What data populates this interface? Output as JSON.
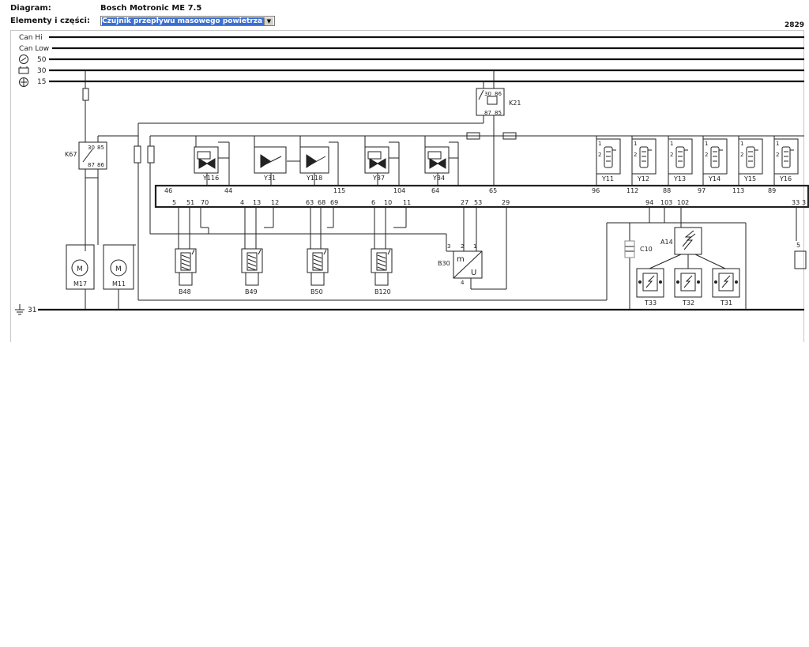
{
  "header": {
    "diagram_label": "Diagram:",
    "diagram_value": "Bosch Motronic ME 7.5",
    "elements_label": "Elementy i części:",
    "elements_value": "Czujnik przepływu masowego powietrza",
    "page_number": "2829"
  },
  "icons": {
    "dropdown": "chevron-down-icon",
    "terminal_50": "ignition-start-icon",
    "terminal_30": "battery-icon",
    "terminal_15": "ignition-on-icon",
    "terminal_31": "ground-icon"
  },
  "buses": {
    "can_hi": "Can Hi",
    "can_low": "Can Low",
    "t50": "50",
    "t30": "30",
    "t15": "15",
    "t31": "31"
  },
  "relays": {
    "k67": {
      "label": "K67",
      "pins": [
        "30",
        "85",
        "87",
        "86"
      ]
    },
    "k21": {
      "label": "K21",
      "pins": [
        "30",
        "86",
        "87",
        "85"
      ]
    }
  },
  "valves": [
    "Y116",
    "Y31",
    "Y118",
    "Y37",
    "Y34"
  ],
  "injectors": [
    "Y11",
    "Y12",
    "Y13",
    "Y14",
    "Y15",
    "Y16"
  ],
  "injector_pin": [
    "1",
    "2"
  ],
  "sensors": [
    "B48",
    "B49",
    "B50",
    "B120"
  ],
  "motors": [
    "M17",
    "M11"
  ],
  "maf": {
    "label": "B30",
    "top_letter": "m",
    "bottom_letter": "U",
    "pins": [
      "3",
      "2",
      "1",
      "4"
    ]
  },
  "ignition": {
    "module": "A14",
    "capacitor": "C10",
    "coils": [
      "T33",
      "T32",
      "T31"
    ]
  },
  "ecu_top_pins": [
    "46",
    "44",
    "115",
    "104",
    "64",
    "65",
    "96",
    "112",
    "88",
    "97",
    "113",
    "89"
  ],
  "ecu_bottom_pins": [
    "5",
    "51",
    "70",
    "4",
    "13",
    "12",
    "63",
    "68",
    "69",
    "6",
    "10",
    "11",
    "27",
    "53",
    "29",
    "94",
    "103",
    "102",
    "33",
    "3"
  ],
  "edge_pin": "5"
}
